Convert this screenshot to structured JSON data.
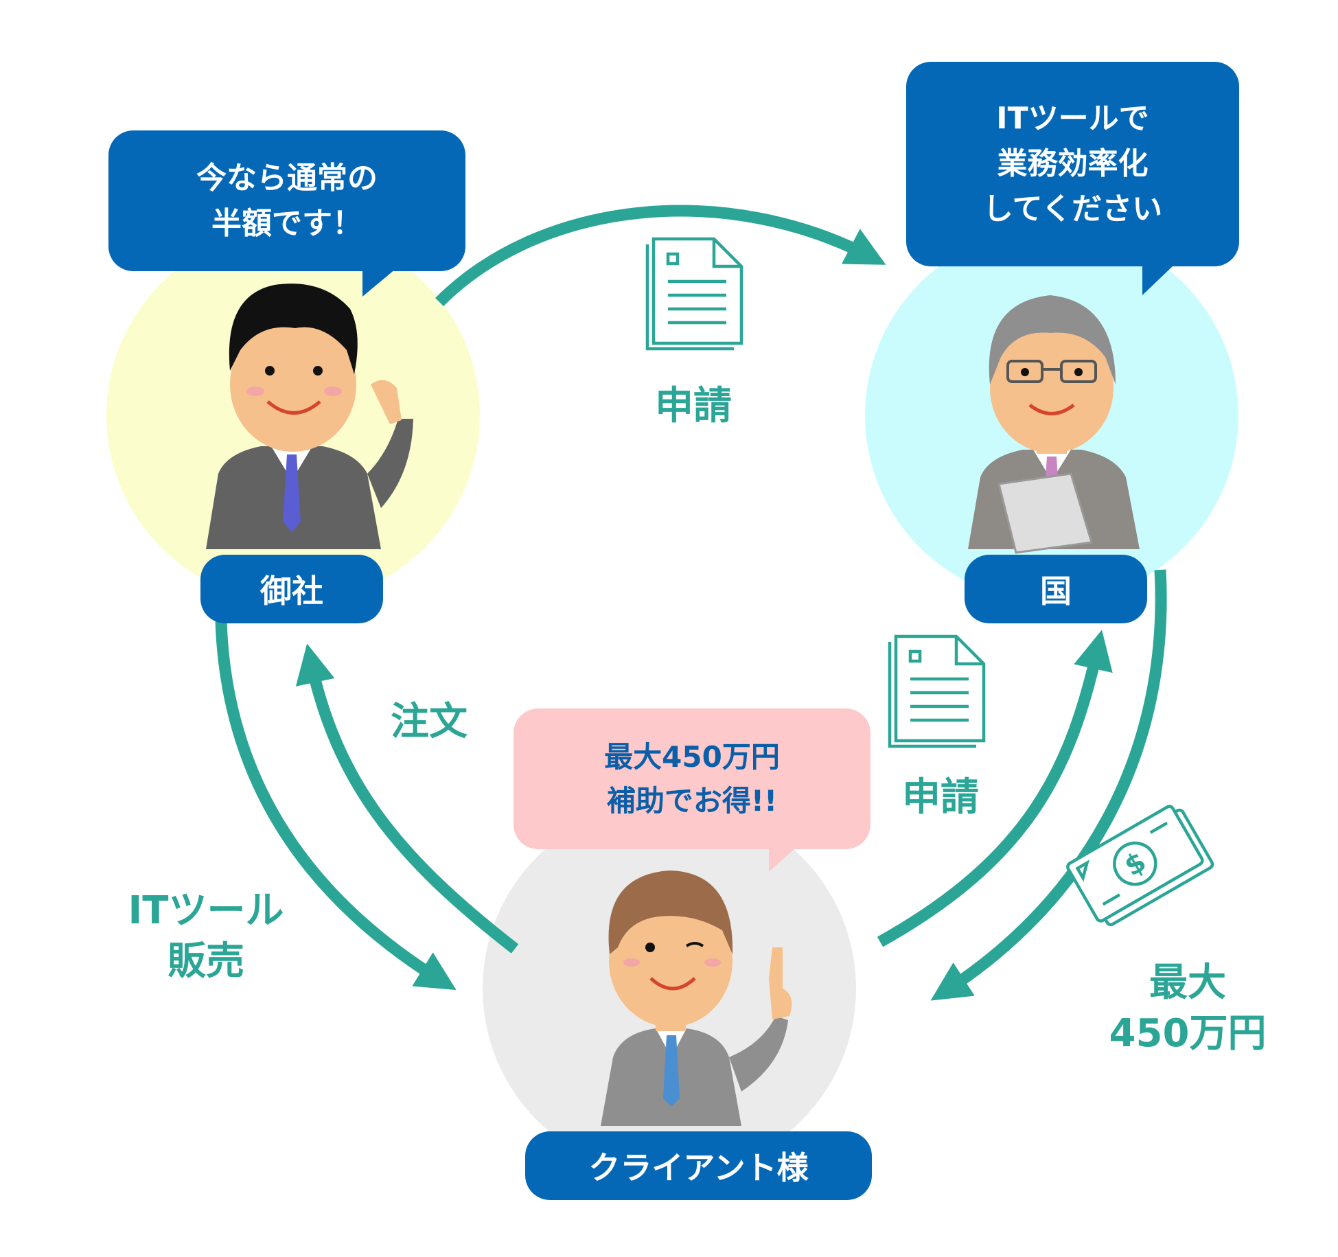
{
  "actors": {
    "company": {
      "label": "御社",
      "speech": [
        "今なら通常の",
        "半額です！"
      ]
    },
    "government": {
      "label": "国",
      "speech": [
        "ITツールで",
        "業務効率化",
        "してください"
      ]
    },
    "client": {
      "label": "クライアント様",
      "speech": [
        "最大450万円",
        "補助でお得!!"
      ]
    }
  },
  "flows": {
    "apply_top": "申請",
    "apply_right": "申請",
    "order": "注文",
    "sell": [
      "ITツール",
      "販売"
    ],
    "subsidy": [
      "最大",
      "450万円"
    ]
  },
  "icons": {
    "document_top": "document-icon",
    "document_right": "document-icon",
    "money": "money-bill-icon"
  },
  "colors": {
    "accent_teal": "#2ba696",
    "brand_blue": "#0468b6",
    "company_circle": "#fcfdcc",
    "government_circle": "#cbfcfd",
    "client_circle": "#ebebeb",
    "client_bubble": "#fdc9cb"
  }
}
